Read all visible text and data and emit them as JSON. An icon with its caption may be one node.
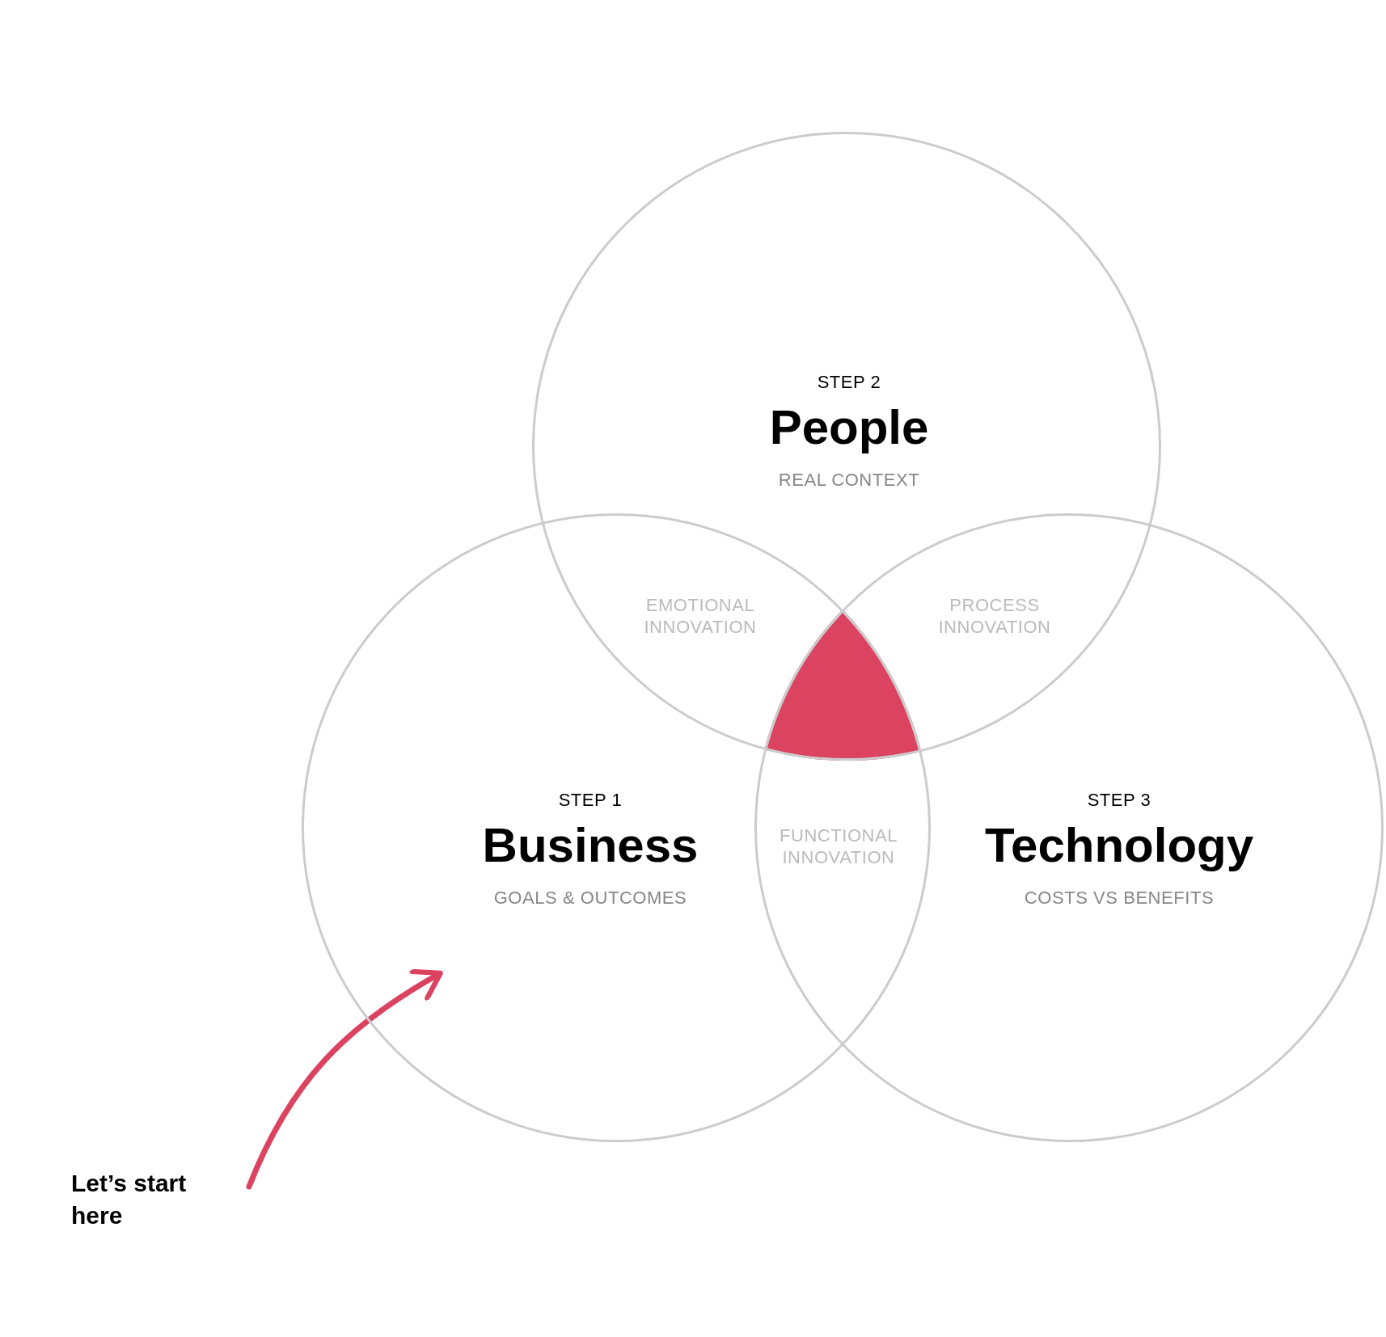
{
  "diagram": {
    "nodes": [
      {
        "text": [
          "STEP 1",
          "Business",
          "GOALS & OUTCOMES"
        ]
      },
      {
        "text": [
          "STEP 2",
          "People",
          "REAL CONTEXT"
        ]
      },
      {
        "text": [
          "STEP 3",
          "Technology",
          "COSTS VS BENEFITS"
        ]
      },
      {
        "text": [
          "Let’s start here"
        ]
      }
    ],
    "edges": [
      {
        "from": 3,
        "to": 0,
        "arrow": "to",
        "color": "#db4360"
      }
    ],
    "labels": [
      "EMOTIONAL INNOVATION",
      "PROCESS INNOVATION",
      "FUNCTIONAL INNOVATION"
    ]
  }
}
